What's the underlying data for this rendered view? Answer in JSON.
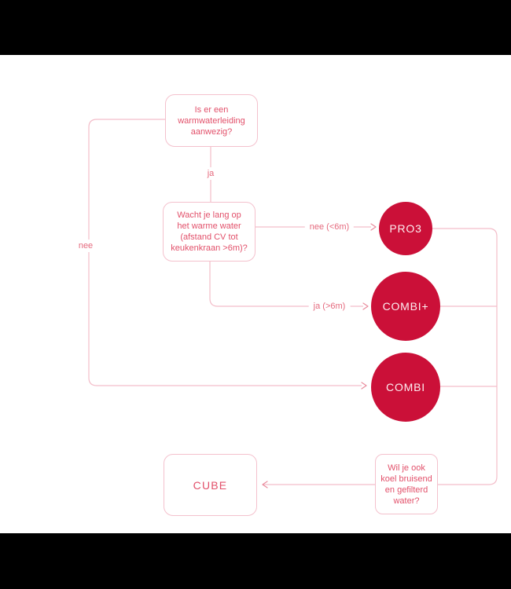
{
  "colors": {
    "line": "#f3bdc9",
    "box_border": "#f4c1cd",
    "box_text": "#e2506a",
    "label_text": "#e5697d",
    "node_fill": "#cb1038",
    "node_text": "#fdeef1",
    "arrow": "#e98b9c",
    "background": "#ffffff",
    "letterbox": "#000000"
  },
  "flowchart": {
    "questions": {
      "q1": {
        "text": "Is er een warmwaterleiding aanwezig?",
        "lines": [
          "Is er een",
          "warmwaterleiding",
          "aanwezig?"
        ]
      },
      "q2": {
        "text": "Wacht je lang op het warme water (afstand CV tot keukenkraan >6m)?",
        "lines": [
          "Wacht je lang op",
          "het warme water",
          "(afstand CV tot",
          "keukenkraan >6m)?"
        ]
      },
      "q3": {
        "text": "Wil je ook koel bruisend en gefilterd water?",
        "lines": [
          "Wil je ook",
          "koel bruisend",
          "en gefilterd",
          "water?"
        ]
      }
    },
    "edge_labels": {
      "ja": "ja",
      "nee": "nee",
      "nee_lt6m": "nee (<6m)",
      "ja_gt6m": "ja (>6m)"
    },
    "products": {
      "pro3": "PRO3",
      "combi_plus": "COMBI+",
      "combi": "COMBI",
      "cube": "CUBE"
    },
    "edges": [
      {
        "from": "q1",
        "label": "ja",
        "to": "q2"
      },
      {
        "from": "q1",
        "label": "nee",
        "to": "combi"
      },
      {
        "from": "q2",
        "label": "nee (<6m)",
        "to": "pro3"
      },
      {
        "from": "q2",
        "label": "ja (>6m)",
        "to": "combi_plus"
      },
      {
        "from": "pro3",
        "label": "",
        "to": "q3"
      },
      {
        "from": "combi_plus",
        "label": "",
        "to": "q3"
      },
      {
        "from": "combi",
        "label": "",
        "to": "q3"
      },
      {
        "from": "q3",
        "label": "",
        "to": "cube"
      }
    ]
  }
}
